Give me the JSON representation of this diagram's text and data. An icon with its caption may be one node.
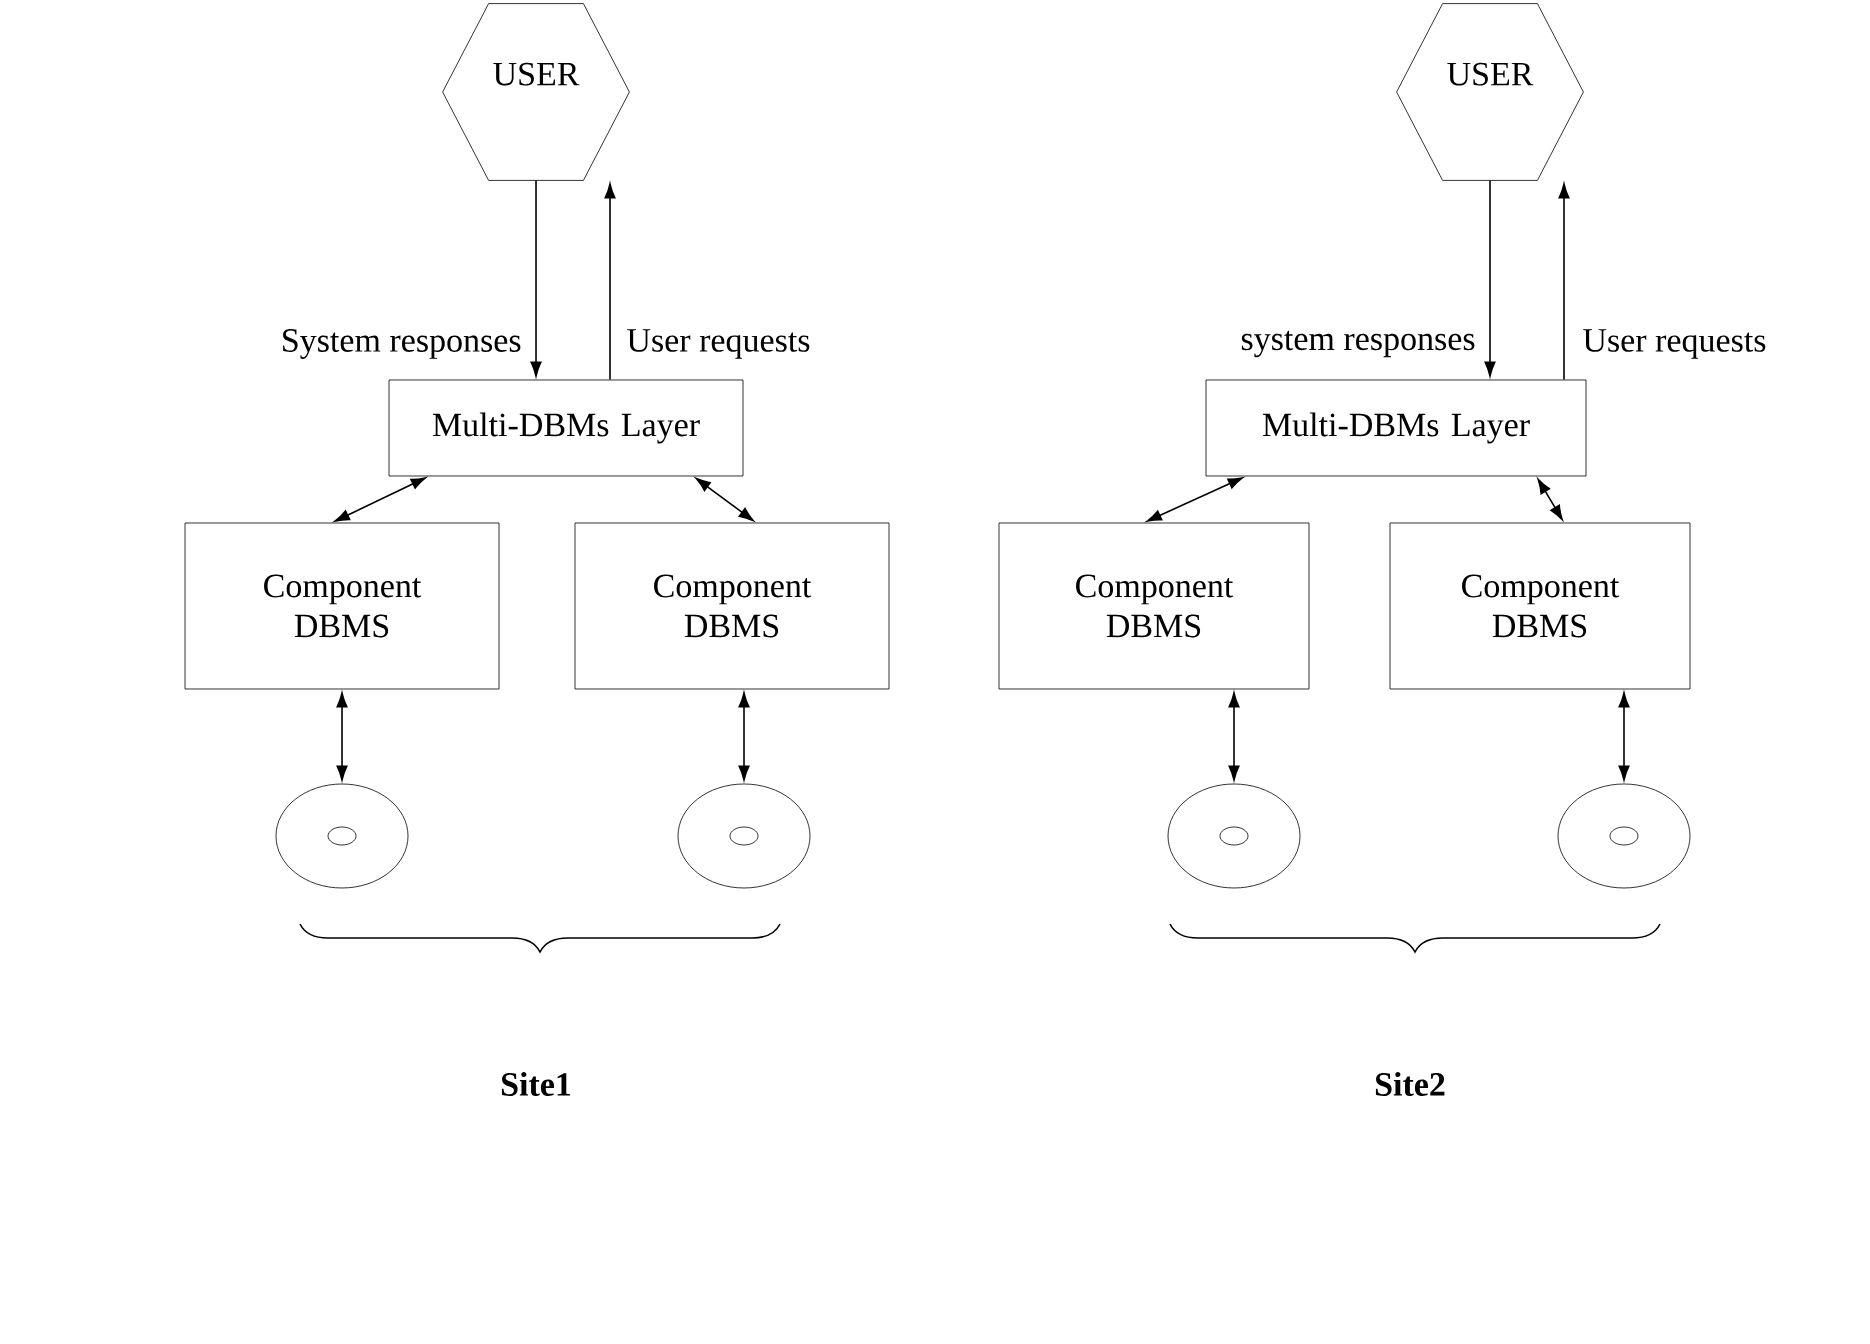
{
  "diagram": {
    "nodes": [
      {
        "text": [
          "USER"
        ]
      },
      {
        "text": [
          "Multi-DBMs Layer"
        ]
      },
      {
        "text": [
          "Component DBMS"
        ]
      },
      {
        "text": [
          "Component DBMS"
        ]
      },
      {
        "text": [],
        "shape": "disk"
      },
      {
        "text": [],
        "shape": "disk"
      },
      {
        "text": [
          "USER"
        ]
      },
      {
        "text": [
          "Multi-DBMs Layer"
        ]
      },
      {
        "text": [
          "Component DBMS"
        ]
      },
      {
        "text": [
          "Component DBMS"
        ]
      },
      {
        "text": [],
        "shape": "disk"
      },
      {
        "text": [],
        "shape": "disk"
      }
    ],
    "edges": [
      {
        "from": 0,
        "to": 1,
        "arrow": "to",
        "label": "System responses"
      },
      {
        "from": 1,
        "to": 0,
        "arrow": "to",
        "label": "User requests"
      },
      {
        "from": 1,
        "to": 2,
        "arrow": "both"
      },
      {
        "from": 1,
        "to": 3,
        "arrow": "both"
      },
      {
        "from": 2,
        "to": 4,
        "arrow": "both"
      },
      {
        "from": 3,
        "to": 5,
        "arrow": "both"
      },
      {
        "from": 6,
        "to": 7,
        "arrow": "to",
        "label": "system responses"
      },
      {
        "from": 7,
        "to": 6,
        "arrow": "to",
        "label": "User requests"
      },
      {
        "from": 7,
        "to": 8,
        "arrow": "both"
      },
      {
        "from": 7,
        "to": 9,
        "arrow": "both"
      },
      {
        "from": 8,
        "to": 10,
        "arrow": "both"
      },
      {
        "from": 9,
        "to": 11,
        "arrow": "both"
      }
    ],
    "labels": [
      "Site1",
      "Site2"
    ]
  }
}
